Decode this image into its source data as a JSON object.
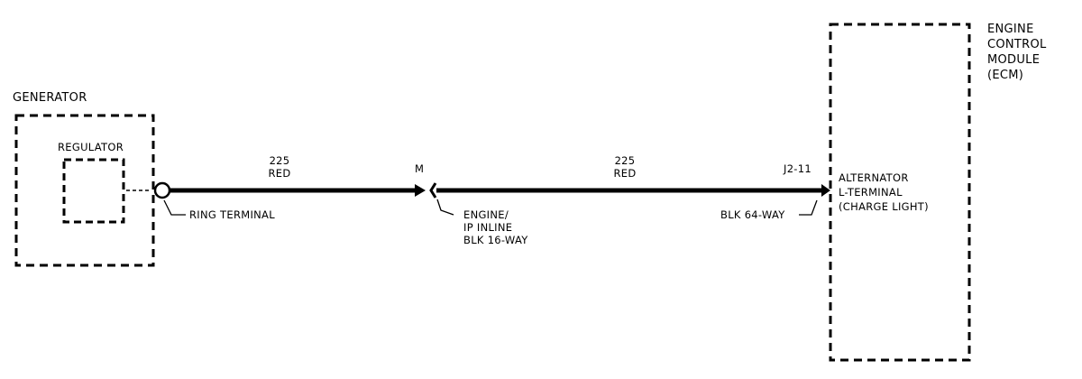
{
  "generator": {
    "label": "GENERATOR",
    "regulator_label": "REGULATOR"
  },
  "ring_terminal": {
    "label": "RING TERMINAL"
  },
  "wire1": {
    "circuit": "225",
    "color": "RED"
  },
  "connector_m": {
    "pin": "M",
    "line1": "ENGINE/",
    "line2": "IP INLINE",
    "line3": "BLK 16-WAY"
  },
  "wire2": {
    "circuit": "225",
    "color": "RED"
  },
  "ecm_connector": {
    "pin": "J2-11",
    "label": "BLK 64-WAY"
  },
  "ecm": {
    "line1": "ENGINE",
    "line2": "CONTROL",
    "line3": "MODULE",
    "line4": "(ECM)",
    "terminal_line1": "ALTERNATOR",
    "terminal_line2": "L-TERMINAL",
    "terminal_line3": "(CHARGE LIGHT)"
  },
  "colors": {
    "ink": "#000000",
    "background": "#ffffff"
  }
}
